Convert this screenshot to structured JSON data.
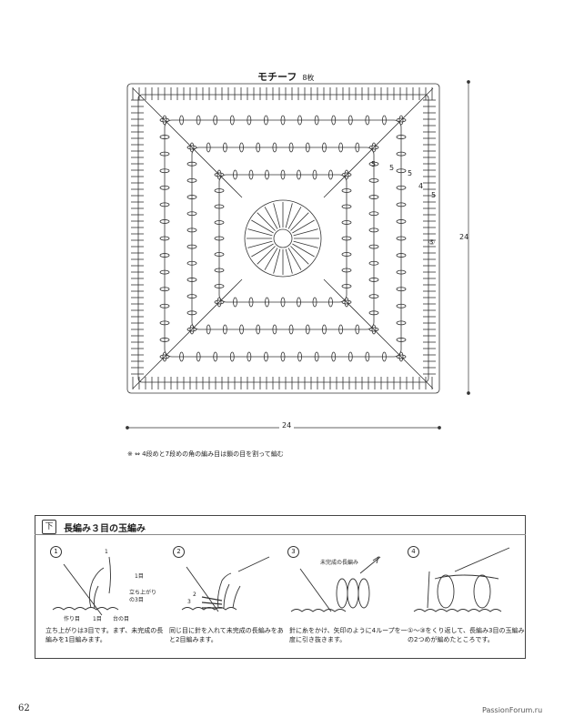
{
  "motif": {
    "title": "モチーフ",
    "count": "8枚",
    "width_label": "24",
    "height_label": "24",
    "row_markers": [
      "5",
      "5",
      "5",
      "4",
      "5"
    ],
    "start_marker": "⑤",
    "note": "※ ⇔ 4段めと7段めの角の編み目は鎖の目を割って編む"
  },
  "technique": {
    "icon": "下",
    "title": "長編み３目の玉編み",
    "steps": [
      {
        "num": "1",
        "caption": "立ち上がりは3目です。まず、未完成の長編みを1目編みます。"
      },
      {
        "num": "2",
        "caption": "同じ目に針を入れて未完成の長編みをあと2目編みます。"
      },
      {
        "num": "3",
        "caption": "針に糸をかけ、矢印のように4ループを一度に引き抜きます。"
      },
      {
        "num": "4",
        "caption": "①～③をくり返して、長編み3目の玉編みの2つめが編めたところです。"
      }
    ],
    "labels": {
      "s1_one": "1",
      "s1_first": "1目",
      "s1_turning": "立ち上がりの3目",
      "s1_foundation": "作り目",
      "s1_one2": "1目",
      "s1_base": "台の目",
      "s2_two": "2",
      "s2_three": "3",
      "s3_unfinished": "未完成の長編み"
    }
  },
  "page": {
    "number": "62",
    "watermark": "PassionForum.ru"
  }
}
